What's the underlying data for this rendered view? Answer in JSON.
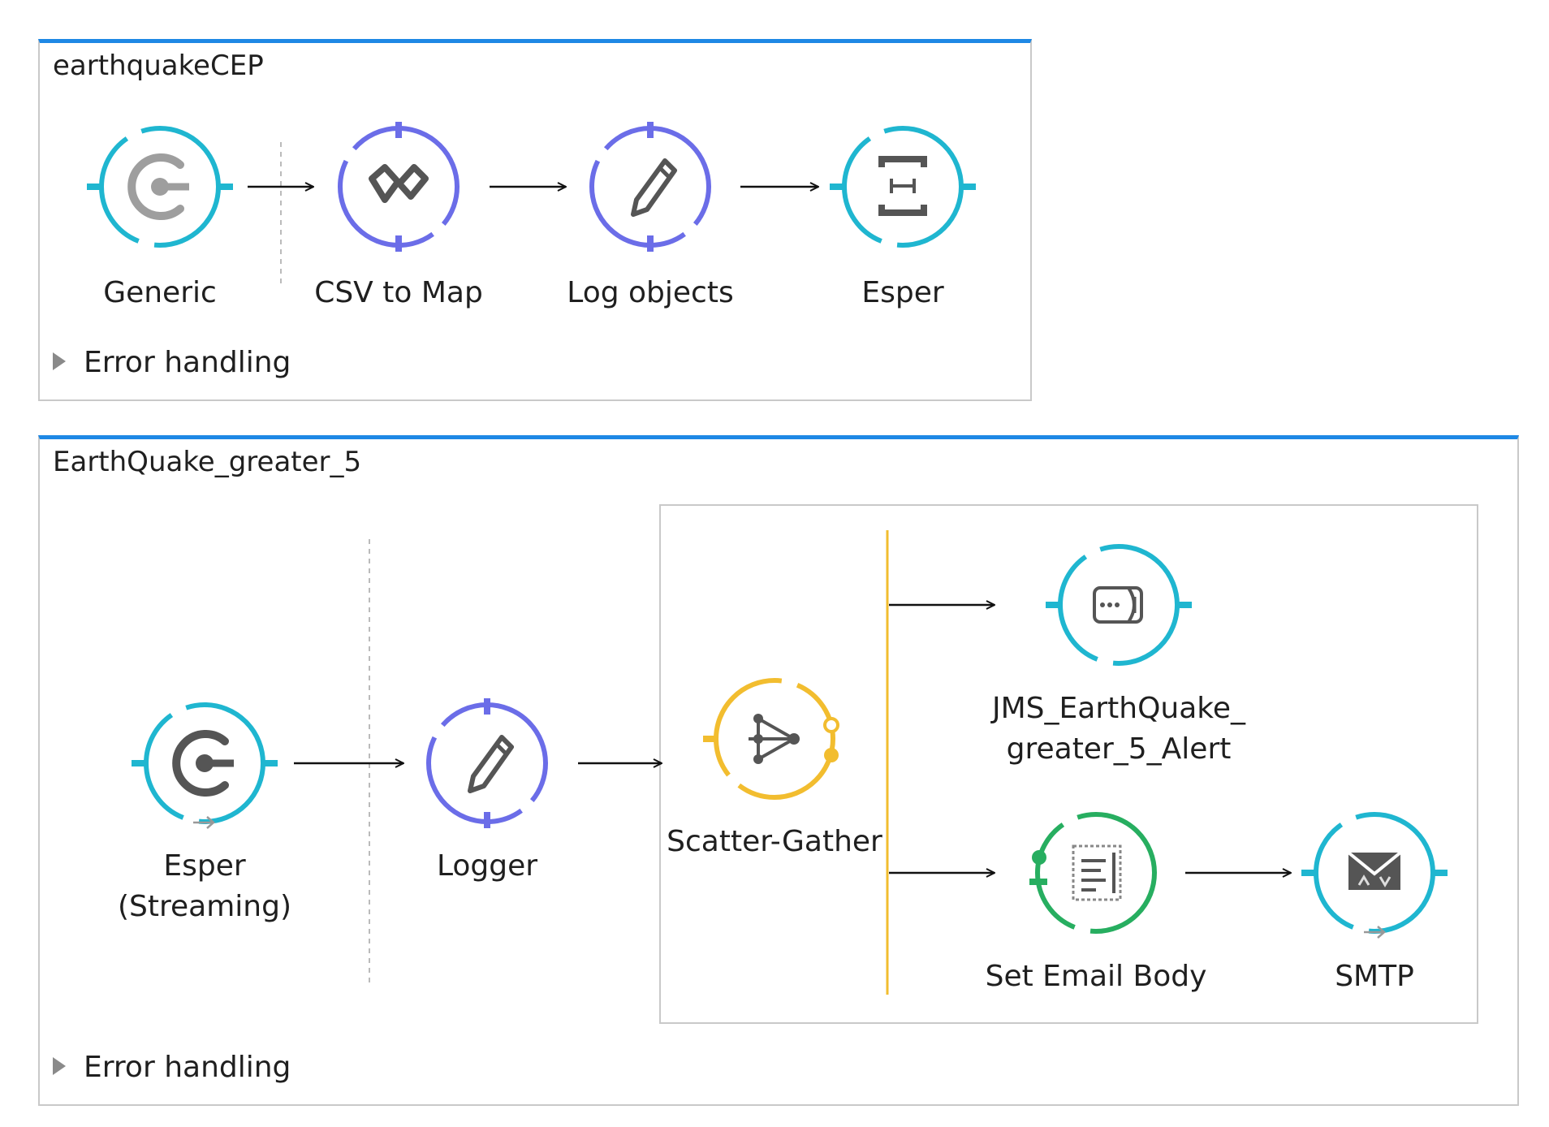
{
  "colors": {
    "flow_header": "#1e88e5",
    "source_ring": "#1fb6d0",
    "transformer_ring": "#6b6de8",
    "router_ring": "#f2bd2f",
    "setter_ring": "#27ae60",
    "arrow": "#111111"
  },
  "flows": [
    {
      "title": "earthquakeCEP",
      "components": [
        {
          "label": "Generic",
          "icon": "generic-source-icon"
        },
        {
          "label": "CSV to Map",
          "icon": "dataweave-icon"
        },
        {
          "label": "Log objects",
          "icon": "pencil-icon"
        },
        {
          "label": "Esper",
          "icon": "esper-icon"
        }
      ],
      "error_handling": "Error handling"
    },
    {
      "title": "EarthQuake_greater_5",
      "components": [
        {
          "label": "Esper\n(Streaming)",
          "icon": "generic-source-icon"
        },
        {
          "label": "Logger",
          "icon": "pencil-icon"
        },
        {
          "label": "Scatter-Gather",
          "icon": "scatter-gather-icon"
        },
        {
          "label": "JMS_EarthQuake_\ngreater_5_Alert",
          "icon": "jms-icon"
        },
        {
          "label": "Set Email Body",
          "icon": "set-payload-icon"
        },
        {
          "label": "SMTP",
          "icon": "email-icon"
        }
      ],
      "error_handling": "Error handling"
    }
  ]
}
